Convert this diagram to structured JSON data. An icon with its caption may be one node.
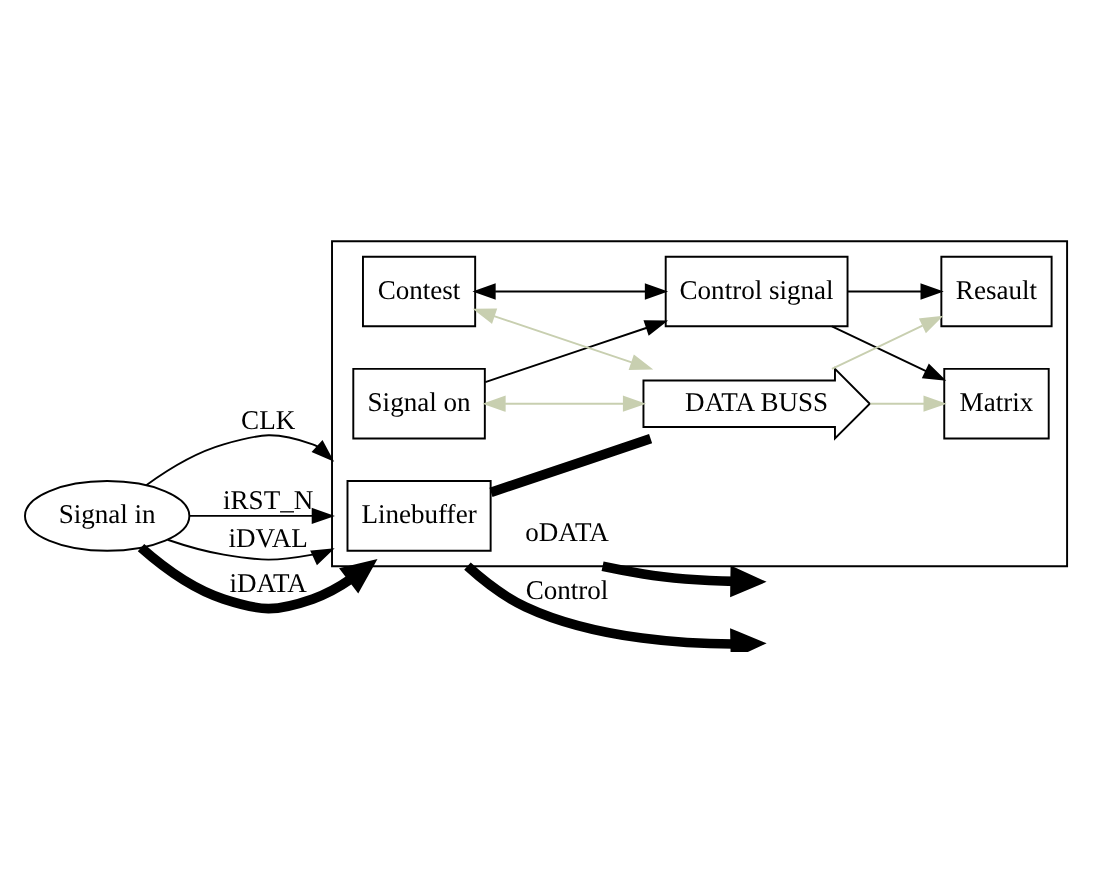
{
  "diagram": {
    "nodes": [
      {
        "text": [
          "Signal in"
        ]
      },
      {
        "text": [],
        "shape": "box"
      },
      {
        "text": [
          "Linebuffer"
        ],
        "in": 1
      },
      {
        "text": [
          "Control signal"
        ],
        "in": 1
      },
      {
        "text": [
          "Signal on"
        ],
        "in": 1
      },
      {
        "text": [
          "Contest"
        ],
        "in": 1
      },
      {
        "text": [
          "DATA BUSS"
        ],
        "in": 1
      },
      {
        "text": [
          "Matrix"
        ],
        "in": 1
      },
      {
        "text": [
          "Resault"
        ],
        "in": 1
      }
    ],
    "edges": [
      {
        "from": 0,
        "to": 1,
        "arrow": "to",
        "label": "CLK"
      },
      {
        "from": 0,
        "to": 1,
        "arrow": "to",
        "label": "iRST_N"
      },
      {
        "from": 0,
        "to": 1,
        "arrow": "to",
        "label": "iDVAL"
      },
      {
        "from": 0,
        "to": 1,
        "arrow": "to",
        "label": "iDATA",
        "style": "thick"
      },
      {
        "from": 4,
        "to": 3,
        "arrow": "to"
      },
      {
        "from": 5,
        "to": 3,
        "arrow": "both"
      },
      {
        "from": 3,
        "to": 7,
        "arrow": "to"
      },
      {
        "from": 3,
        "to": 8,
        "arrow": "to"
      },
      {
        "from": 2,
        "to": 6,
        "arrow": "none",
        "style": "thick"
      },
      {
        "from": 4,
        "to": 6,
        "arrow": "both",
        "color": "#c8cfb0"
      },
      {
        "from": 5,
        "to": 6,
        "arrow": "both",
        "color": "#c8cfb0"
      },
      {
        "from": 6,
        "to": 7,
        "arrow": "to",
        "color": "#c8cfb0"
      },
      {
        "from": 6,
        "to": 8,
        "arrow": "to",
        "color": "#c8cfb0"
      },
      {
        "from": 1,
        "to": null,
        "arrow": "to",
        "label": "oDATA",
        "style": "thick"
      },
      {
        "from": 1,
        "to": null,
        "arrow": "to",
        "label": "Control",
        "style": "thick"
      }
    ]
  }
}
